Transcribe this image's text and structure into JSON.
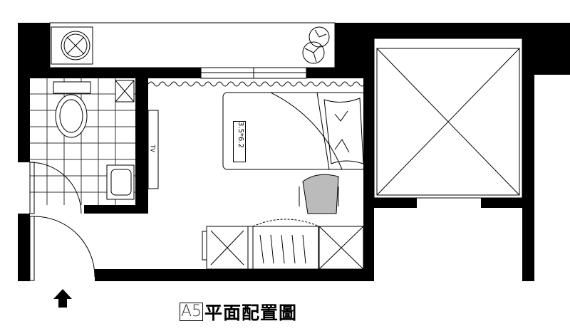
{
  "plan": {
    "code": "A5",
    "title": "平面配置圖",
    "bed_size": "3.5*6.2",
    "tv_label": "TV"
  },
  "colors": {
    "wall": "#000000",
    "line": "#000000",
    "background": "#ffffff"
  }
}
